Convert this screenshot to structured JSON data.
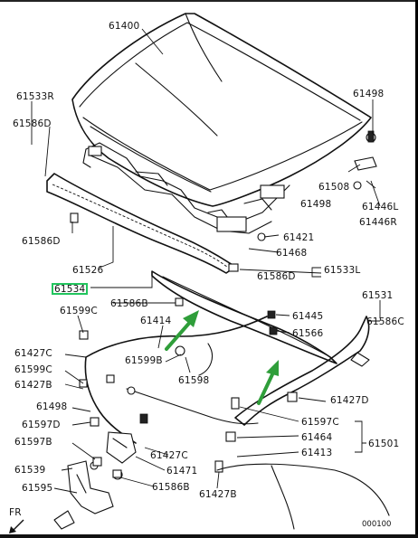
{
  "labels": {
    "hood": "61400",
    "seal_left_a": "61533R",
    "seal_left_b": "61586D",
    "clip_top_right": "61498",
    "rod_holder": "61508",
    "clip_mid_right": "61498",
    "bumper_lr": "61446L",
    "bumper_rr": "61446R",
    "clip_left_mid": "61586D",
    "stay": "61421",
    "lock": "61468",
    "clip_center": "61586D",
    "seal_right": "61533L",
    "front_seal": "61526",
    "highlight_seal": "61534",
    "clip_b": "61586B",
    "clip_c_left": "61599C",
    "cable": "61414",
    "bracket": "61445",
    "bumper_566": "61566",
    "rear_seal": "61531",
    "rear_clip": "61586C",
    "clip_c_427": "61427C",
    "clip_c_599": "61599C",
    "clip_b_427": "61427B",
    "clip_b_599": "61599B",
    "hinge_left": "61498",
    "clip_d_597": "61597D",
    "clip_b_597": "61597B",
    "gasket": "61539",
    "hinge": "61595",
    "bolt": "61598",
    "clip_d_427": "61427D",
    "clip_c_597": "61597C",
    "cable_464": "61464",
    "release": "61501",
    "cable_413": "61413",
    "clip_c_427b": "61427C",
    "latch": "61471",
    "clip_b_586": "61586B",
    "clip_b_427b": "61427B",
    "front_mark": "FR",
    "ref": "000100"
  },
  "colors": {
    "arrow": "#2f9e3a",
    "highlight": "#22c55e",
    "ink": "#111111"
  }
}
